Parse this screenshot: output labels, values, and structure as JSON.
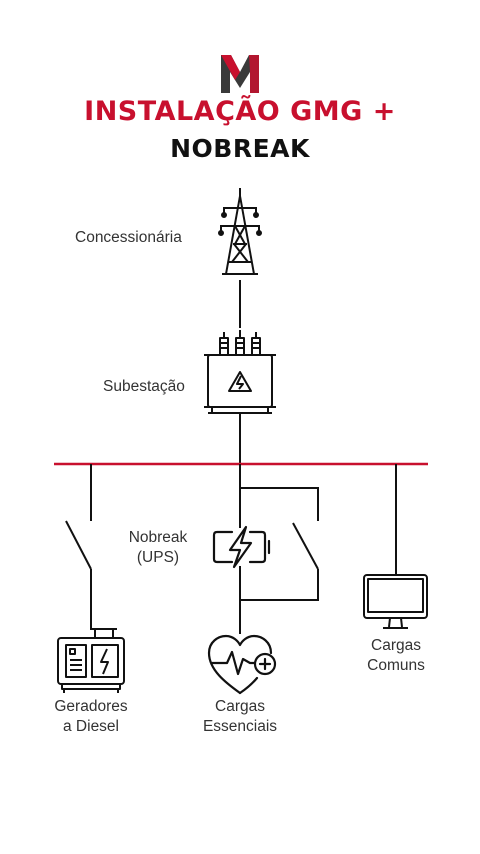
{
  "header": {
    "title_line1": "INSTALAÇÃO GMG +",
    "title_line2": "NOBREAK"
  },
  "labels": {
    "utility": "Concessionária",
    "substation": "Subestação",
    "ups_line1": "Nobreak",
    "ups_line2": "(UPS)",
    "generators_line1": "Geradores",
    "generators_line2": "a Diesel",
    "essential_line1": "Cargas",
    "essential_line2": "Essenciais",
    "common_line1": "Cargas",
    "common_line2": "Comuns"
  },
  "colors": {
    "accent": "#c8102e",
    "ink": "#111111",
    "logo_dark": "#3a3a3a",
    "logo_red": "#c8102e"
  },
  "icons": [
    "logo-icon",
    "transmission-tower-icon",
    "transformer-icon",
    "battery-charging-icon",
    "generator-icon",
    "heart-pulse-icon",
    "monitor-icon"
  ]
}
